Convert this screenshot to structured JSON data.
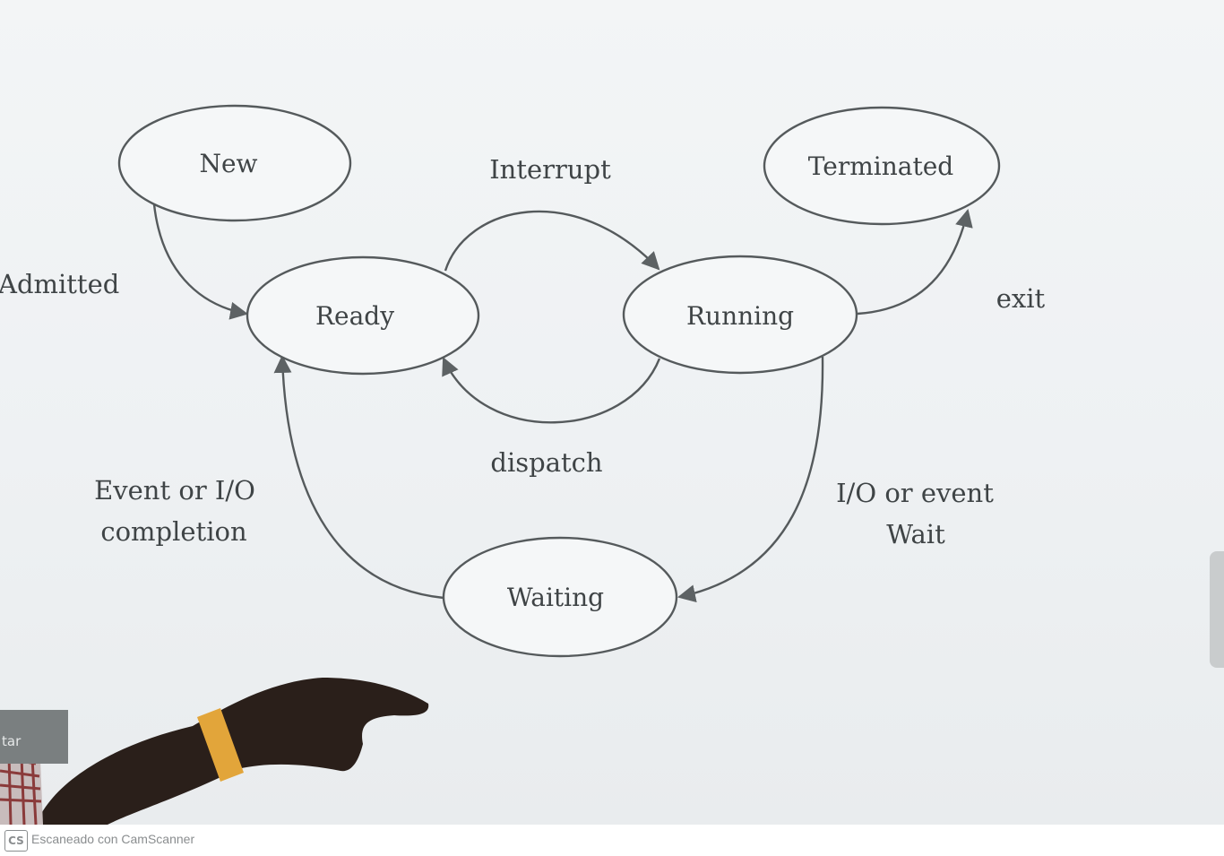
{
  "diagram": {
    "states": {
      "new": "New",
      "ready": "Ready",
      "running": "Running",
      "terminated": "Terminated",
      "waiting": "Waiting"
    },
    "transitions": {
      "admitted": "Admitted",
      "interrupt": "Interrupt",
      "dispatch": "dispatch",
      "exit": "exit",
      "io_event_wait_line1": "I/O or event",
      "io_event_wait_line2": "Wait",
      "event_io_completion_line1": "Event or I/O",
      "event_io_completion_line2": "completion"
    }
  },
  "overlay": {
    "left_box_text": "tar"
  },
  "footer": {
    "logo": "CS",
    "watermark": "Escaneado con CamScanner"
  }
}
